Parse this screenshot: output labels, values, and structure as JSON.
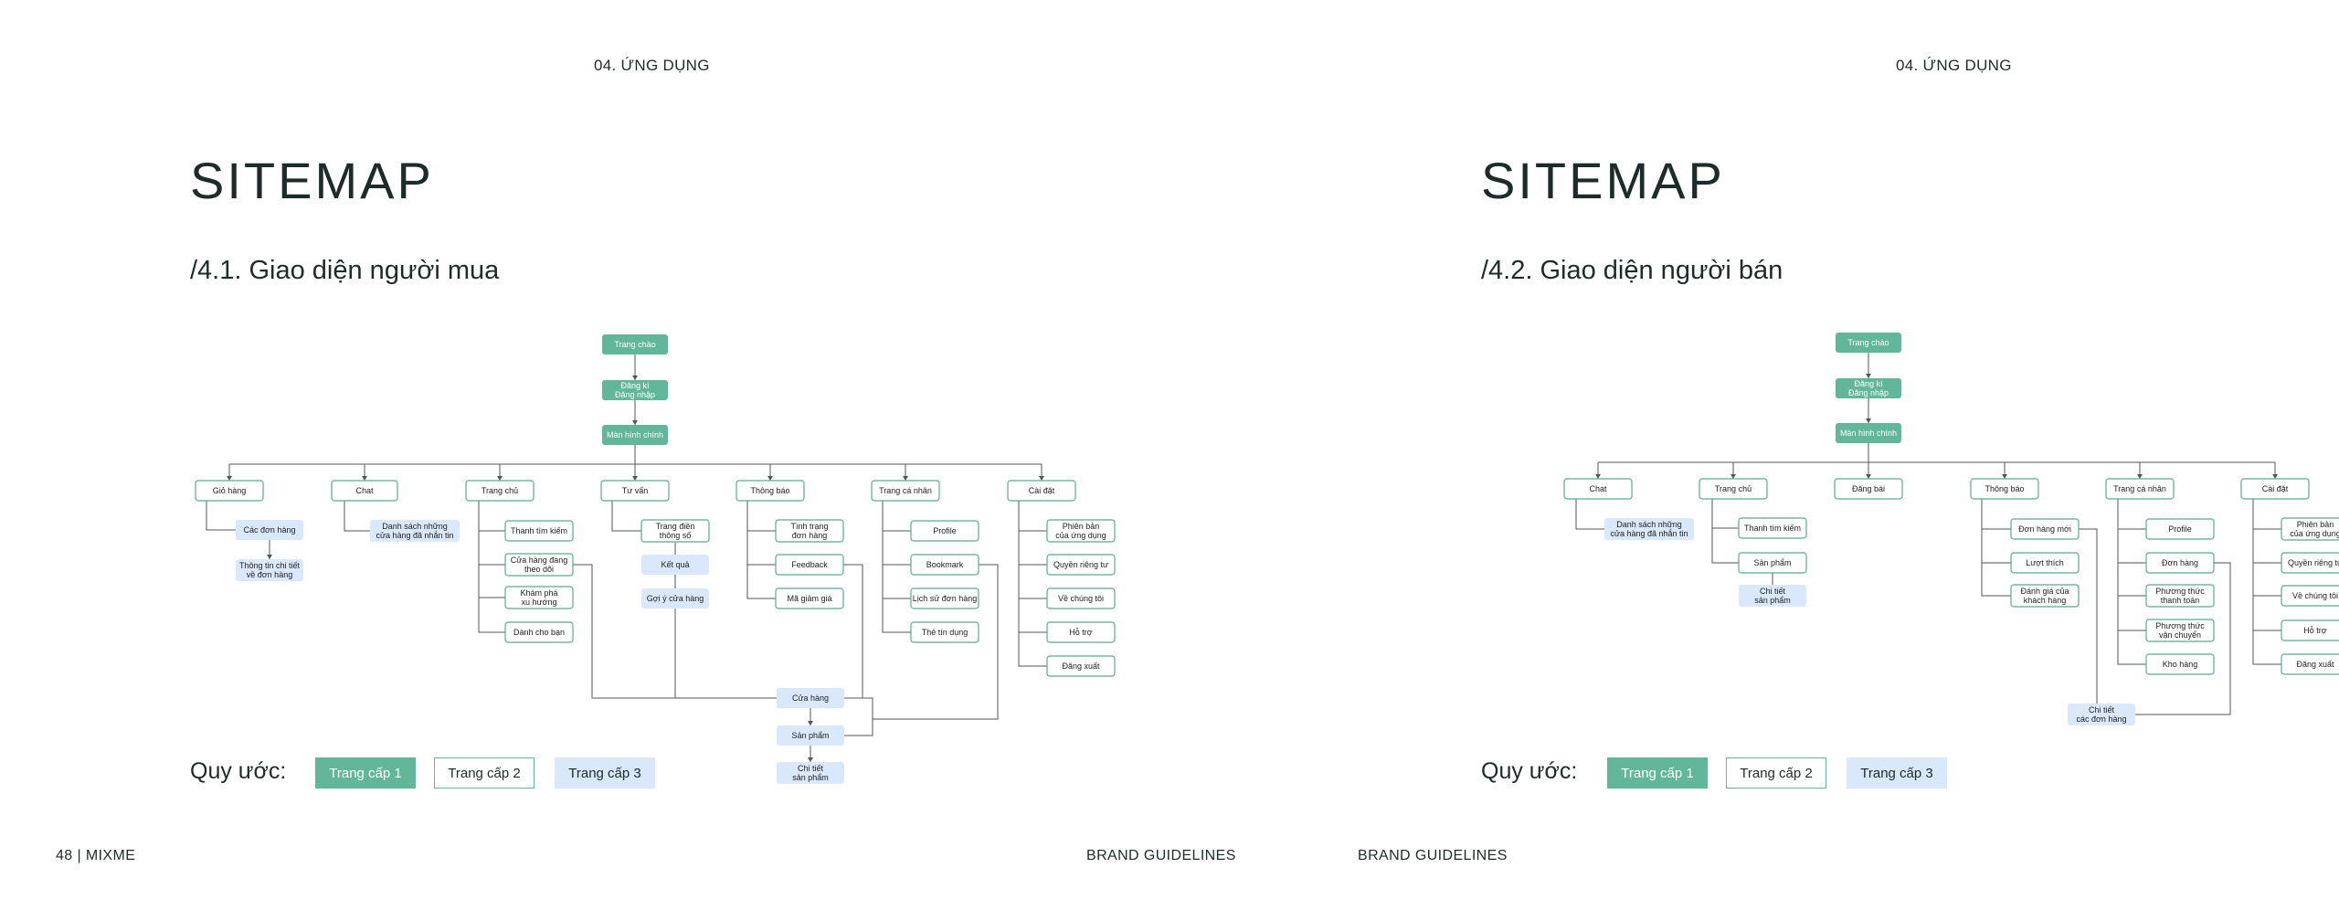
{
  "left": {
    "section": "04. ỨNG DỤNG",
    "title": "SITEMAP",
    "subtitle": "/4.1. Giao diện người mua",
    "legend": {
      "label": "Quy ước:",
      "l1": "Trang cấp 1",
      "l2": "Trang cấp 2",
      "l3": "Trang cấp 3"
    },
    "footer_left": "48 | MIXME",
    "footer_right": "BRAND GUIDELINES",
    "nodes": {
      "trang_chao": [
        "Trang chào"
      ],
      "dang_ky": [
        "Đăng kí",
        "Đăng nhập"
      ],
      "man_hinh_chinh": [
        "Màn hình chính"
      ],
      "gio_hang": [
        "Giỏ hàng"
      ],
      "chat": [
        "Chat"
      ],
      "trang_chu": [
        "Trang chủ"
      ],
      "tu_van": [
        "Tư vấn"
      ],
      "thong_bao": [
        "Thông báo"
      ],
      "trang_ca_nhan": [
        "Trang cá nhân"
      ],
      "cai_dat": [
        "Cài đặt"
      ],
      "cac_don_hang": [
        "Các đơn hàng"
      ],
      "thong_tin_chi_tiet": [
        "Thông tin chi tiết",
        "về đơn hàng"
      ],
      "danh_sach": [
        "Danh sách những",
        "cửa hàng đã nhắn tin"
      ],
      "thanh_tim_kiem": [
        "Thanh tìm kiếm"
      ],
      "cua_hang_dang_theo_doi": [
        "Cửa hàng đang",
        "theo dõi"
      ],
      "kham_pha": [
        "Khám phá",
        "xu hướng"
      ],
      "danh_cho_ban": [
        "Dành cho bạn"
      ],
      "trang_dien": [
        "Trang điền",
        "thông số"
      ],
      "ket_qua": [
        "Kết quả"
      ],
      "goi_y": [
        "Gợi ý cửa hàng"
      ],
      "tinh_trang": [
        "Tình trạng",
        "đơn hàng"
      ],
      "feedback": [
        "Feedback"
      ],
      "ma_giam_gia": [
        "Mã giảm giá"
      ],
      "profile": [
        "Profile"
      ],
      "bookmark": [
        "Bookmark"
      ],
      "lich_su": [
        "Lịch sử đơn hàng"
      ],
      "the_tin_dung": [
        "Thẻ tín dụng"
      ],
      "phien_ban": [
        "Phiên bản",
        "của ứng dụng"
      ],
      "quyen_rieng_tu": [
        "Quyền riêng tư"
      ],
      "ve_chung_toi": [
        "Về chúng tôi"
      ],
      "ho_tro": [
        "Hỗ trợ"
      ],
      "dang_xuat": [
        "Đăng xuất"
      ],
      "cua_hang": [
        "Cửa hàng"
      ],
      "san_pham": [
        "Sản phẩm"
      ],
      "chi_tiet_san_pham": [
        "Chi tiết",
        "sản phẩm"
      ]
    }
  },
  "right": {
    "section": "04. ỨNG DỤNG",
    "title": "SITEMAP",
    "subtitle": "/4.2. Giao diện người bán",
    "legend": {
      "label": "Quy ước:",
      "l1": "Trang cấp 1",
      "l2": "Trang cấp 2",
      "l3": "Trang cấp 3"
    },
    "footer_left": "BRAND GUIDELINES",
    "nodes": {
      "trang_chao": [
        "Trang chào"
      ],
      "dang_ky": [
        "Đăng kí",
        "Đăng nhập"
      ],
      "man_hinh_chinh": [
        "Màn hình chính"
      ],
      "chat": [
        "Chat"
      ],
      "trang_chu": [
        "Trang chủ"
      ],
      "dang_bai": [
        "Đăng bài"
      ],
      "thong_bao": [
        "Thông báo"
      ],
      "trang_ca_nhan": [
        "Trang cá nhân"
      ],
      "cai_dat": [
        "Cài đặt"
      ],
      "danh_sach": [
        "Danh sách những",
        "cửa hàng đã nhắn tin"
      ],
      "thanh_tim_kiem": [
        "Thanh tìm kiếm"
      ],
      "san_pham": [
        "Sản phẩm"
      ],
      "chi_tiet_san_pham": [
        "Chi tiết",
        "sản phẩm"
      ],
      "don_hang_moi": [
        "Đơn hàng mới"
      ],
      "luot_thich": [
        "Lượt thích"
      ],
      "danh_gia": [
        "Đánh giá của",
        "khách hàng"
      ],
      "profile": [
        "Profile"
      ],
      "don_hang": [
        "Đơn hàng"
      ],
      "pt_thanh_toan": [
        "Phương thức",
        "thanh toán"
      ],
      "pt_van_chuyen": [
        "Phương thức",
        "vận chuyển"
      ],
      "kho_hang": [
        "Kho hàng"
      ],
      "chi_tiet_don_hang": [
        "Chi tiết",
        "các đơn hàng"
      ],
      "phien_ban": [
        "Phiên bản",
        "của ứng dụng"
      ],
      "quyen_rieng_tu": [
        "Quyền riêng tư"
      ],
      "ve_chung_toi": [
        "Về chúng tôi"
      ],
      "ho_tro": [
        "Hỗ trợ"
      ],
      "dang_xuat": [
        "Đăng xuất"
      ]
    }
  }
}
